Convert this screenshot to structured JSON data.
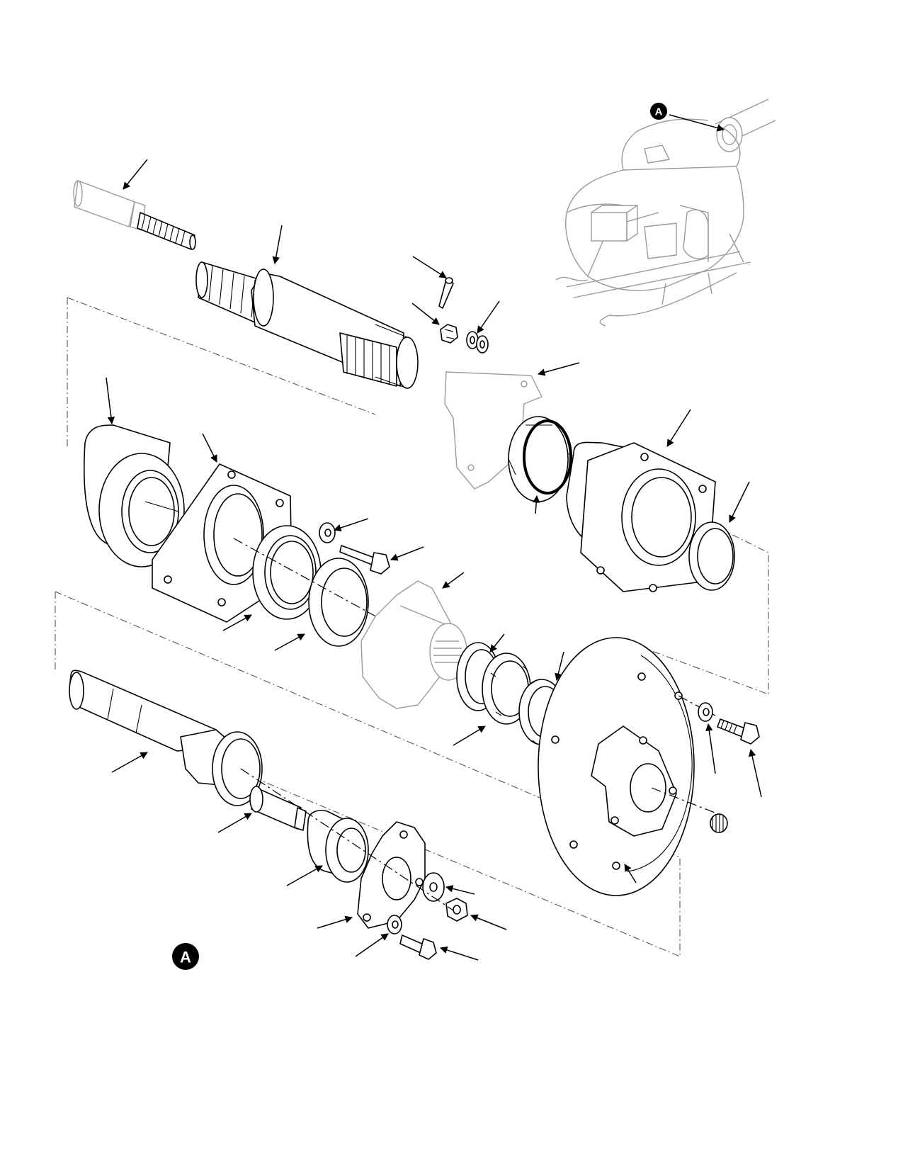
{
  "figure": {
    "detail_callouts": [
      {
        "id": "locator",
        "label": "A"
      },
      {
        "id": "detail",
        "label": "A"
      }
    ]
  }
}
